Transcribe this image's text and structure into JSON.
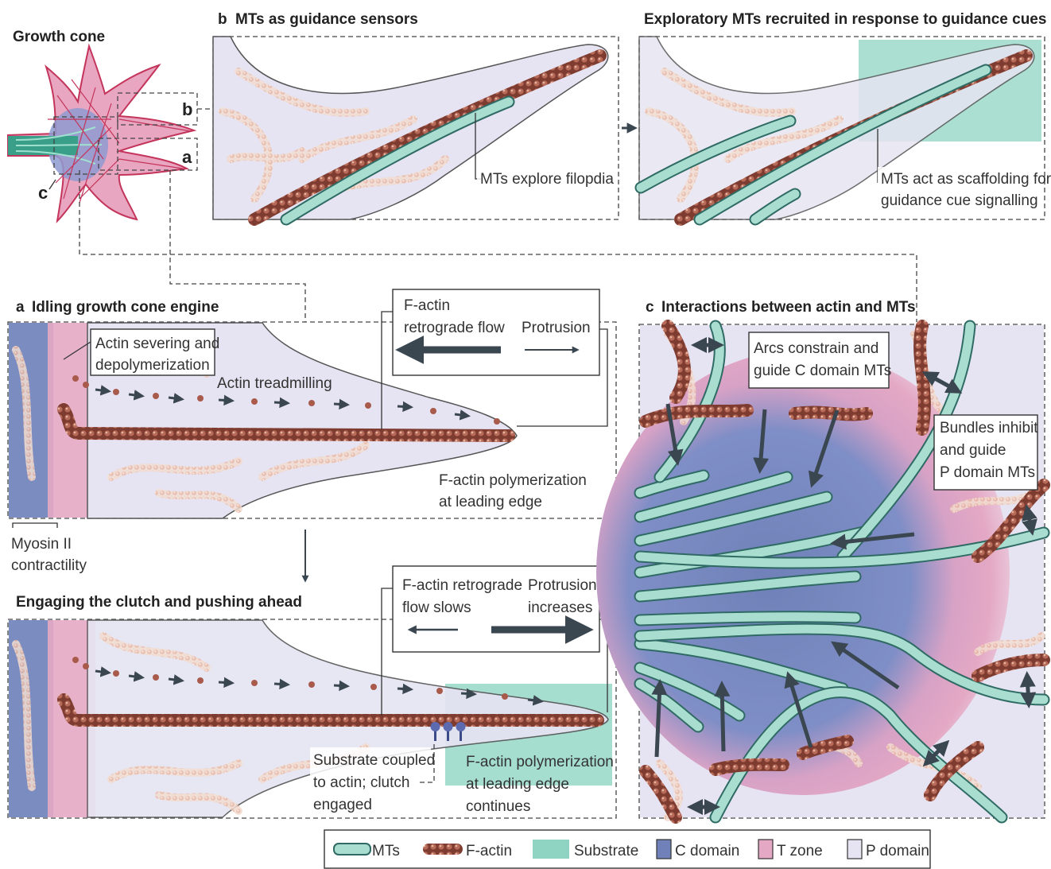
{
  "colors": {
    "c_domain": "#6f81b8",
    "t_zone": "#e4a8c4",
    "p_domain": "#e6e4f2",
    "substrate": "#8fd4c2",
    "microtubule": "#a8ddd0",
    "f_actin": "#9a4f42",
    "arrow": "#3a4650"
  },
  "overview": {
    "title": "Growth cone",
    "marker_a": "a",
    "marker_b": "b",
    "marker_c": "c"
  },
  "panel_b": {
    "title_letter": "b",
    "title": "MTs as guidance sensors",
    "label_explore": "MTs explore filopdia"
  },
  "panel_b2": {
    "title": "Exploratory MTs recruited in response to guidance cues",
    "label_scaffold_1": "MTs act as scaffolding for",
    "label_scaffold_2": "guidance cue signalling"
  },
  "panel_a": {
    "title_letter": "a",
    "title": "Idling growth cone engine",
    "label_severing_1": "Actin severing and",
    "label_severing_2": "depolymerization",
    "label_treadmilling": "Actin treadmilling",
    "label_polymerization_1": "F-actin polymerization",
    "label_polymerization_2": "at leading edge",
    "box_flow_1": "F-actin",
    "box_flow_2": "retrograde flow",
    "box_protrusion": "Protrusion",
    "label_myosin_1": "Myosin II",
    "label_myosin_2": "contractility"
  },
  "panel_a2": {
    "title": "Engaging the clutch and pushing ahead",
    "box_flow_1": "F-actin retrograde",
    "box_flow_2": "flow slows",
    "box_protrusion_1": "Protrusion",
    "box_protrusion_2": "increases",
    "label_substrate_1": "Substrate coupled",
    "label_substrate_2": "to actin; clutch",
    "label_substrate_3": "engaged",
    "label_continue_1": "F-actin polymerization",
    "label_continue_2": "at leading edge",
    "label_continue_3": "continues"
  },
  "panel_c": {
    "title_letter": "c",
    "title": "Interactions between actin and MTs",
    "label_arcs_1": "Arcs constrain and",
    "label_arcs_2": "guide C domain MTs",
    "label_bundles_1": "Bundles inhibit",
    "label_bundles_2": "and guide",
    "label_bundles_3": "P domain MTs"
  },
  "legend": {
    "items": [
      {
        "label": "MTs",
        "icon": "microtubule-swatch"
      },
      {
        "label": "F-actin",
        "icon": "f-actin-swatch"
      },
      {
        "label": "Substrate",
        "icon": "substrate-swatch"
      },
      {
        "label": "C domain",
        "icon": "c-domain-swatch"
      },
      {
        "label": "T zone",
        "icon": "t-zone-swatch"
      },
      {
        "label": "P domain",
        "icon": "p-domain-swatch"
      }
    ]
  }
}
